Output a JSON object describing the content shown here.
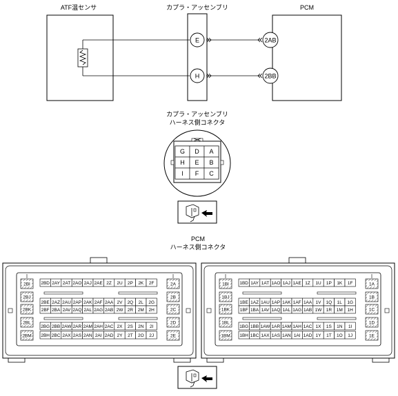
{
  "titles": {
    "sensor": "ATF温センサ",
    "coupler": "カプラ・アッセンブリ",
    "pcm": "PCM",
    "coupler_conn_line1": "カプラ・アッセンブリ",
    "coupler_conn_line2": "ハーネス側コネクタ",
    "pcm_conn_line1": "PCM",
    "pcm_conn_line2": "ハーネス側コネクタ"
  },
  "circuit": {
    "coupler_terminals": [
      "E",
      "H"
    ],
    "pcm_terminals": [
      "2AB",
      "2BB"
    ]
  },
  "coupler_connector": {
    "rows": [
      [
        "G",
        "D",
        "A"
      ],
      [
        "H",
        "E",
        "B"
      ],
      [
        "I",
        "F",
        "C"
      ]
    ]
  },
  "pcm_left": {
    "side_left": [
      "2BI",
      "2BJ",
      "2BK",
      "2BL",
      "2BM"
    ],
    "side_right": [
      "2A",
      "2B",
      "2C",
      "2D",
      "2E"
    ],
    "rows": [
      [
        "2BD",
        "2AY",
        "2AT",
        "2AO",
        "2AJ",
        "2AE",
        "2Z",
        "2U",
        "2P",
        "2K",
        "2F"
      ],
      [
        "2BE",
        "2AZ",
        "2AU",
        "2AP",
        "2AK",
        "2AF",
        "2AA",
        "2V",
        "2Q",
        "2L",
        "2G"
      ],
      [
        "2BF",
        "2BA",
        "2AV",
        "2AQ",
        "2AL",
        "2AG",
        "2AB",
        "2W",
        "2R",
        "2M",
        "2H"
      ],
      [
        "2BG",
        "2BB",
        "2AW",
        "2AR",
        "2AM",
        "2AH",
        "2AC",
        "2X",
        "2S",
        "2N",
        "2I"
      ],
      [
        "2BH",
        "2BC",
        "2AX",
        "2AS",
        "2AN",
        "2AI",
        "2AD",
        "2Y",
        "2T",
        "2O",
        "2J"
      ]
    ]
  },
  "pcm_right": {
    "side_left": [
      "1BI",
      "1BJ",
      "1BK",
      "1BL",
      "1BM"
    ],
    "side_right": [
      "1A",
      "1B",
      "1C",
      "1D",
      "1E"
    ],
    "rows": [
      [
        "1BD",
        "1AY",
        "1AT",
        "1AO",
        "1AJ",
        "1AE",
        "1Z",
        "1U",
        "1P",
        "1K",
        "1F"
      ],
      [
        "1BE",
        "1AZ",
        "1AU",
        "1AP",
        "1AK",
        "1AF",
        "1AA",
        "1V",
        "1Q",
        "1L",
        "1G"
      ],
      [
        "1BF",
        "1BA",
        "1AV",
        "1AQ",
        "1AL",
        "1AG",
        "1AB",
        "1W",
        "1R",
        "1M",
        "1H"
      ],
      [
        "1BG",
        "1BB",
        "1AW",
        "1AR",
        "1AM",
        "1AH",
        "1AC",
        "1X",
        "1S",
        "1N",
        "1I"
      ],
      [
        "1BH",
        "1BC",
        "1AX",
        "1AS",
        "1AN",
        "1AI",
        "1AD",
        "1Y",
        "1T",
        "1O",
        "1J"
      ]
    ]
  }
}
